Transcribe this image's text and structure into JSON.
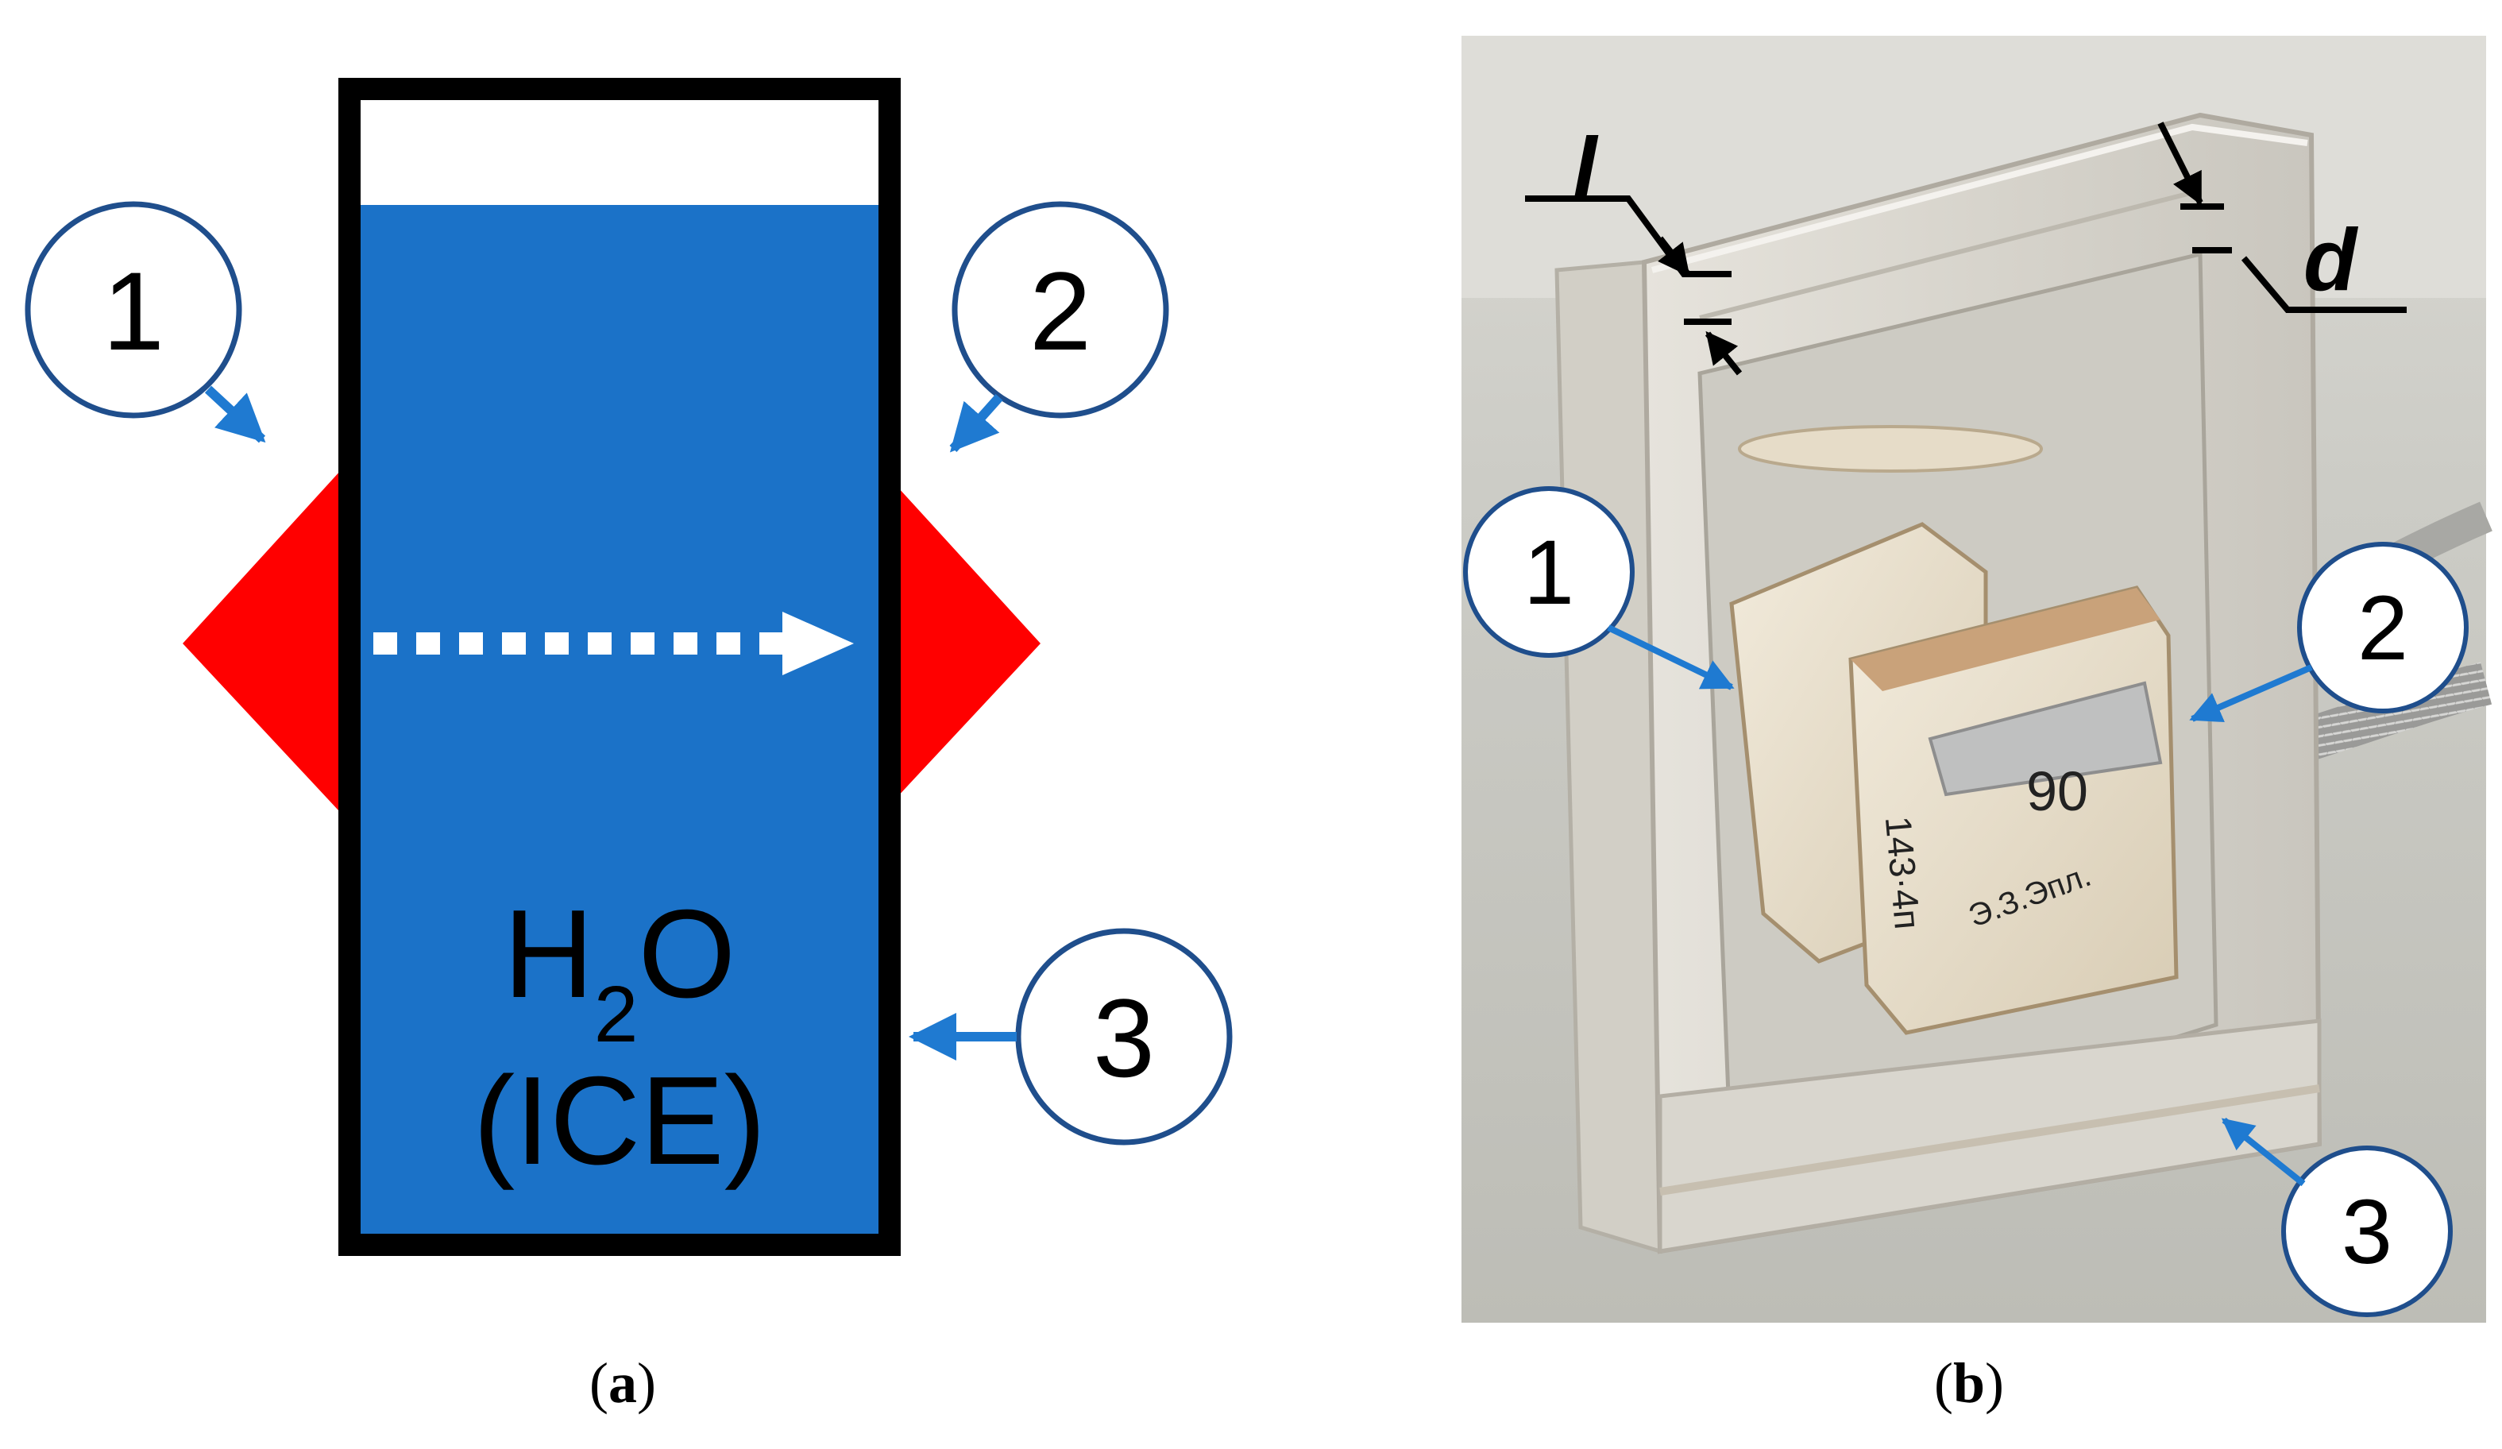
{
  "panel_a": {
    "caption_open": "(",
    "caption_letter": "a",
    "caption_close": ")",
    "substance_line1_main": "H",
    "substance_line1_sub": "2",
    "substance_line1_end": "O",
    "substance_line2": "(ICE)",
    "callouts": [
      "1",
      "2",
      "3"
    ],
    "colors": {
      "water": "#1B72C8",
      "electrode": "#FF0000",
      "callout_stroke": "#1F4E8C",
      "arrow": "#1F7AD1"
    }
  },
  "panel_b": {
    "caption_open": "(",
    "caption_letter": "b",
    "caption_close": ")",
    "dimension_l": "l",
    "dimension_d": "d",
    "callouts": [
      "1",
      "2",
      "3"
    ],
    "sample_text_1": "90",
    "sample_text_2": "143·4п",
    "sample_text_3": "Э.З.Эпл."
  }
}
